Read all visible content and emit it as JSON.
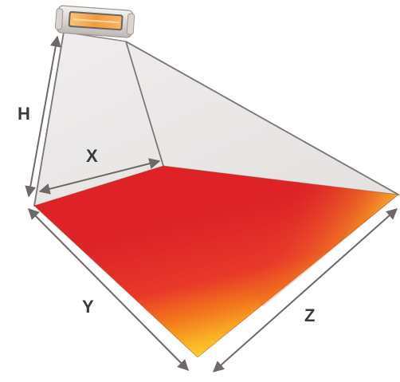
{
  "labels": {
    "height": "H",
    "width": "X",
    "depth": "Y",
    "diagonal": "Z"
  },
  "colors": {
    "cone_fill": "#e9e6e6",
    "cone_edge": "#8a8484",
    "floor_red": "#e1262a",
    "floor_orange": "#f06a1c",
    "floor_yellow": "#fde32a",
    "heater_glow": "#f5a347",
    "arrow": "#7a7373"
  },
  "icons": {
    "heater": "infrared-heater-icon"
  }
}
